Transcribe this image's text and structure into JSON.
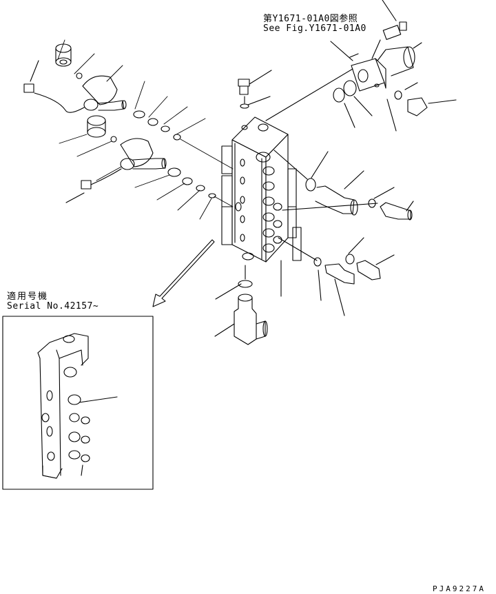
{
  "reference_note": {
    "japanese": "第Y1671-01A0図参照",
    "english": "See Fig.Y1671-01A0"
  },
  "serial_note": {
    "japanese": "適用号機",
    "english": "Serial No.42157~"
  },
  "drawing_number": "PJA9227A",
  "colors": {
    "line": "#000000",
    "background": "#ffffff"
  }
}
